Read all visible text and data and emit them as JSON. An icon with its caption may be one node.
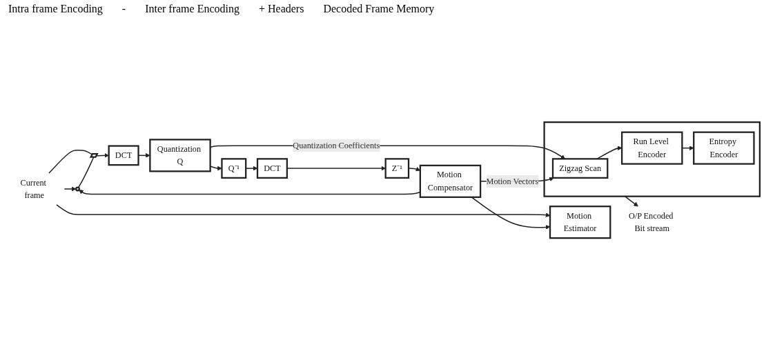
{
  "diagram": {
    "nodes": [
      {
        "text": [
          "Current frame"
        ]
      },
      {
        "text": [],
        "shape": "circle"
      },
      {
        "text": [],
        "shape": "switch"
      },
      {
        "text": [
          "DCT"
        ]
      },
      {
        "text": [
          "Quantization Q"
        ]
      },
      {
        "text": [
          "Q⁻¹"
        ]
      },
      {
        "text": [
          "DCT"
        ]
      },
      {
        "text": [
          "Z⁻¹"
        ]
      },
      {
        "text": [
          "Motion Compensator"
        ]
      },
      {
        "text": [
          "Motion Estimator"
        ]
      },
      {
        "text": [],
        "shape": "box"
      },
      {
        "text": [
          "Zigzag Scan"
        ],
        "in": 10
      },
      {
        "text": [
          "Run Level Encoder"
        ],
        "in": 10
      },
      {
        "text": [
          "Entropy Encoder"
        ],
        "in": 10
      },
      {
        "text": [
          "O/P Encoded Bit stream"
        ]
      }
    ],
    "edges": [
      {
        "from": 0,
        "to": 1,
        "arrow": "to"
      },
      {
        "from": 0,
        "to": 9,
        "arrow": "to"
      },
      {
        "from": 0,
        "to": 2,
        "arrow": "none"
      },
      {
        "from": 1,
        "to": 2,
        "arrow": "none"
      },
      {
        "from": 2,
        "to": 3,
        "arrow": "to"
      },
      {
        "from": 3,
        "to": 4,
        "arrow": "to"
      },
      {
        "from": 4,
        "to": 11,
        "arrow": "to",
        "label": "Quantization Coefficients"
      },
      {
        "from": 4,
        "to": 5,
        "arrow": "to"
      },
      {
        "from": 5,
        "to": 6,
        "arrow": "to"
      },
      {
        "from": 6,
        "to": 7,
        "arrow": "to"
      },
      {
        "from": 7,
        "to": 8,
        "arrow": "to"
      },
      {
        "from": 8,
        "to": 1,
        "arrow": "to"
      },
      {
        "from": 8,
        "to": 9,
        "arrow": "to"
      },
      {
        "from": 8,
        "to": 11,
        "arrow": "to",
        "label": "Motion Vectors"
      },
      {
        "from": 11,
        "to": 12,
        "arrow": "to"
      },
      {
        "from": 12,
        "to": 13,
        "arrow": "to"
      },
      {
        "from": 10,
        "to": 14,
        "arrow": "to"
      }
    ],
    "labels": [
      "Intra frame Encoding",
      "-",
      "Inter frame Encoding",
      "+ Headers",
      "Decoded Frame Memory"
    ]
  }
}
